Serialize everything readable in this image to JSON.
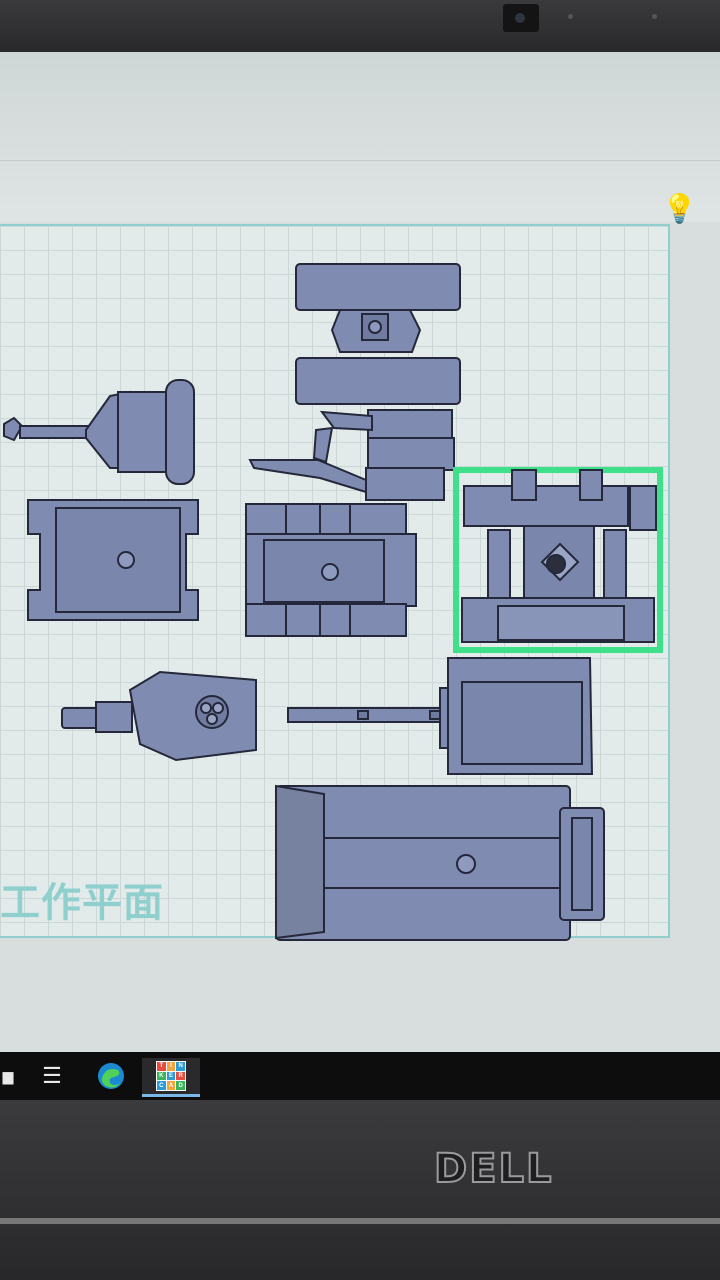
{
  "workplane": {
    "label": "工作平面"
  },
  "taskbar": {
    "items": [
      {
        "name": "task-view",
        "icon": "list-icon"
      },
      {
        "name": "edge",
        "icon": "edge-icon"
      },
      {
        "name": "tinkercad",
        "icon": "tinkercad-icon",
        "letters": [
          "T",
          "I",
          "N",
          "K",
          "E",
          "R",
          "C",
          "A",
          "D"
        ],
        "active": true
      }
    ]
  },
  "laptop": {
    "brand": "DELL"
  },
  "colors": {
    "part_fill": "#7f8bb1",
    "part_stroke": "#25283a",
    "selection": "#3fe08a",
    "workplane_border": "#8fd0cf"
  }
}
